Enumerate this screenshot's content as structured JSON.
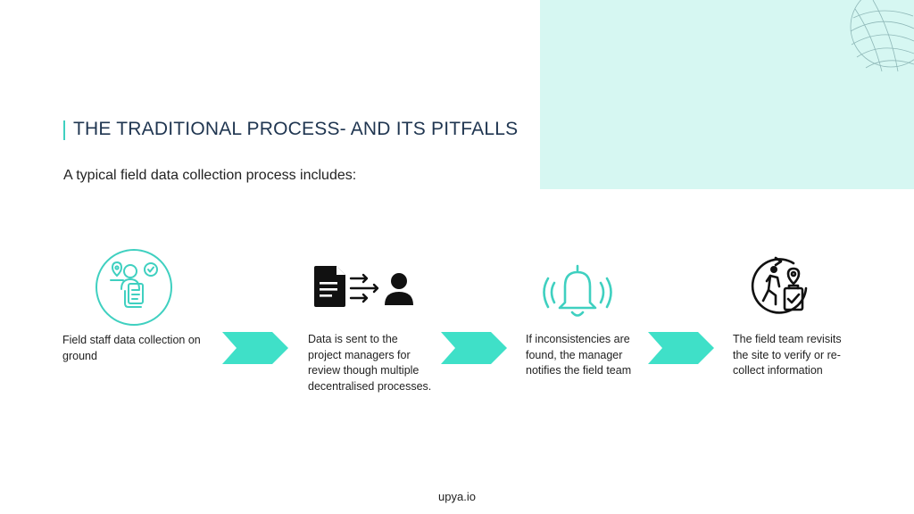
{
  "slide": {
    "title": "THE TRADITIONAL PROCESS- AND ITS PITFALLS",
    "subtitle": "A typical field data collection process includes:",
    "footer": "upya.io",
    "accent_color": "#3fd0c0",
    "panel_color": "#d6f7f2",
    "steps": [
      {
        "icon": "field-staff-checklist-icon",
        "text": "Field staff data collection on ground"
      },
      {
        "icon": "document-to-person-icon",
        "text": "Data is sent to the project managers for review though multiple decentralised processes."
      },
      {
        "icon": "ringing-bell-icon",
        "text": "If inconsistencies are found, the manager notifies the field team"
      },
      {
        "icon": "walking-person-location-icon",
        "text": "The field team revisits the site to verify or re-collect information"
      }
    ]
  }
}
